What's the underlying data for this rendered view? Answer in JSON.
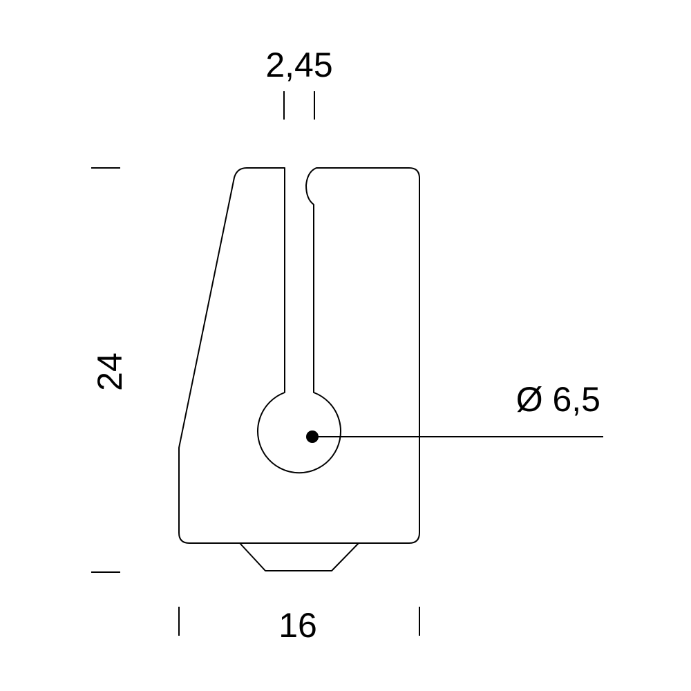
{
  "dimensions": {
    "slot_width": "2,45",
    "height": "24",
    "width": "16",
    "hole_diameter": "Ø 6,5"
  }
}
